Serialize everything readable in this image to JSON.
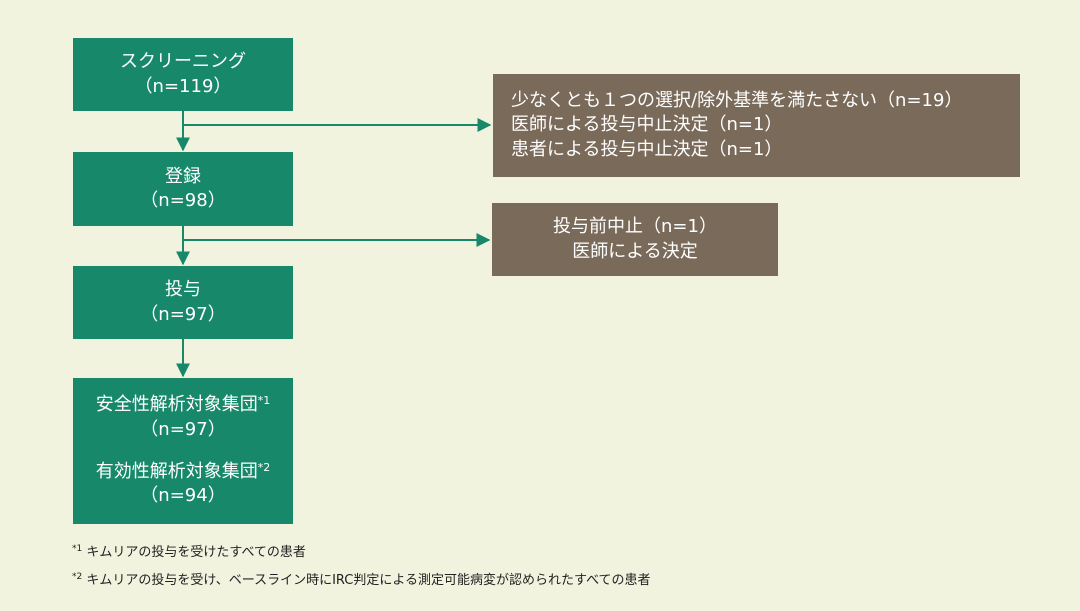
{
  "flow": {
    "screening": {
      "label": "スクリーニング",
      "count": "（n=119）"
    },
    "enrolled": {
      "label": "登録",
      "count": "（n=98）"
    },
    "dosed": {
      "label": "投与",
      "count": "（n=97）"
    },
    "analysis": {
      "safety_label": "安全性解析対象集団",
      "safety_mark": "*1",
      "safety_count": "（n=97）",
      "efficacy_label": "有効性解析対象集団",
      "efficacy_mark": "*2",
      "efficacy_count": "（n=94）"
    }
  },
  "exclusions": {
    "screen_fail": [
      "少なくとも１つの選択/除外基準を満たさない（n=19）",
      "医師による投与中止決定（n=1）",
      "患者による投与中止決定（n=1）"
    ],
    "pre_dose": [
      "投与前中止（n=1）",
      "医師による決定"
    ]
  },
  "footnotes": [
    {
      "mark": "*1",
      "text": " キムリアの投与を受けたすべての患者"
    },
    {
      "mark": "*2",
      "text": " キムリアの投与を受け、ベースライン時にIRC判定による測定可能病変が認められたすべての患者"
    }
  ],
  "colors": {
    "background": "#f1f3df",
    "flow_box": "#17896a",
    "exclusion_box": "#7a6a5a",
    "arrow": "#17896a"
  }
}
